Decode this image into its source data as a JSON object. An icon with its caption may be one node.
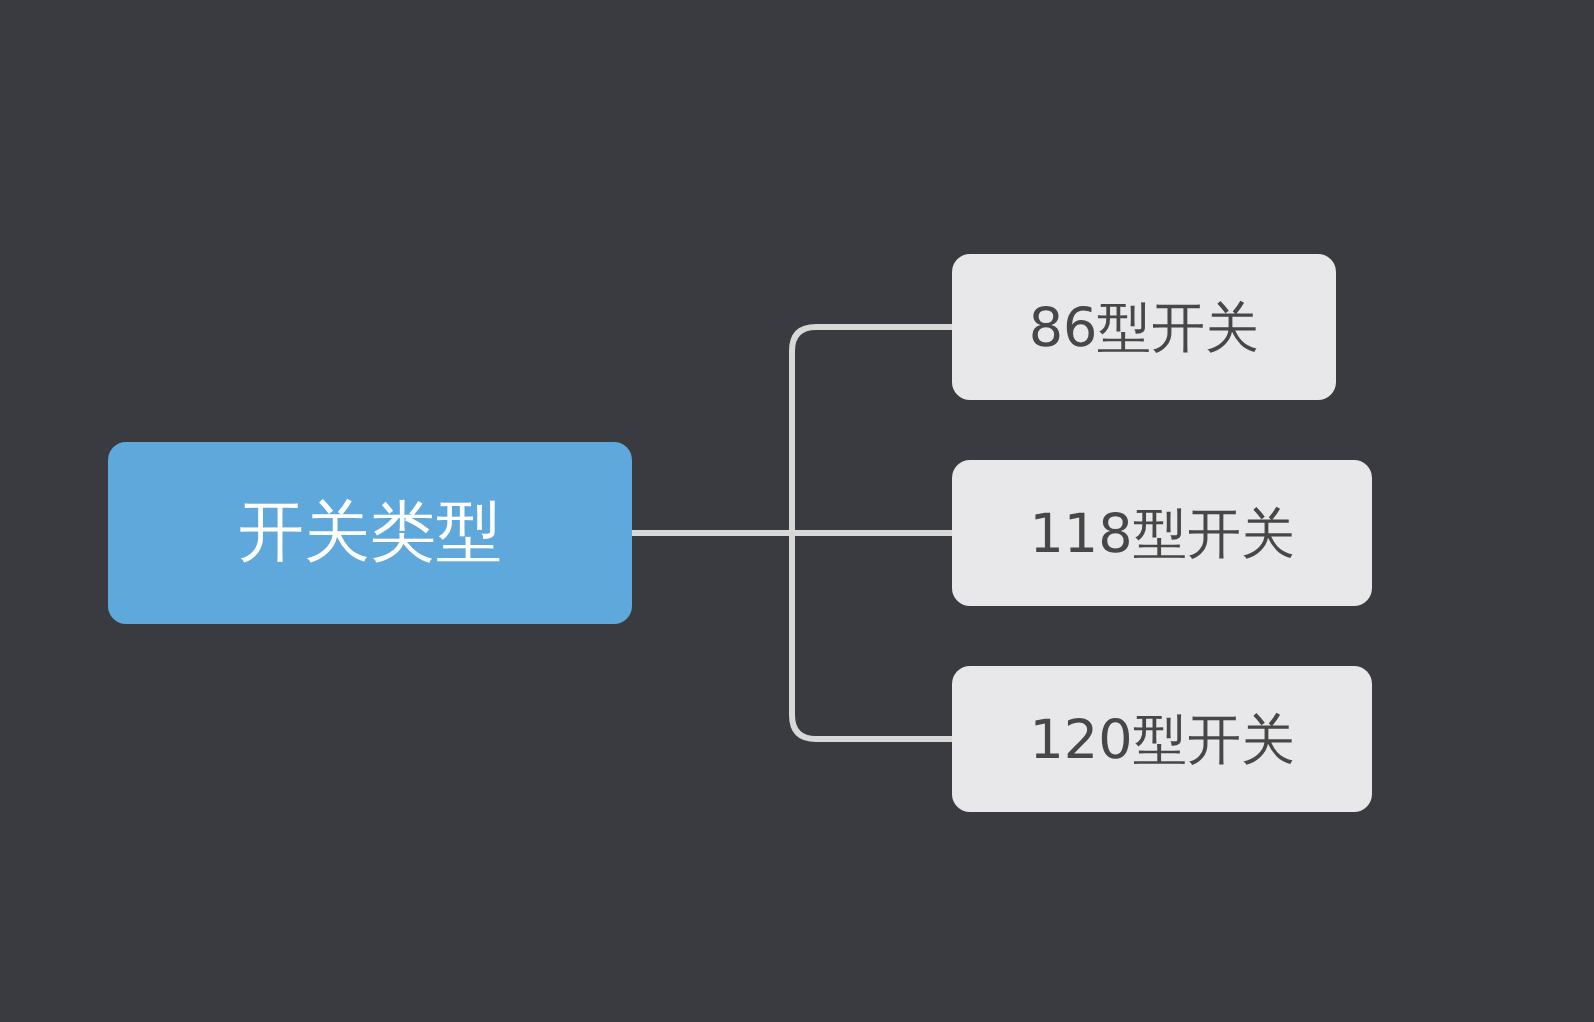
{
  "diagram": {
    "nodes": [
      {
        "text": [
          "开关类型"
        ]
      },
      {
        "text": [
          "86型开关"
        ]
      },
      {
        "text": [
          "118型开关"
        ]
      },
      {
        "text": [
          "120型开关"
        ]
      }
    ],
    "edges": [
      {
        "from": 0,
        "to": 1,
        "arrow": "none"
      },
      {
        "from": 0,
        "to": 2,
        "arrow": "none"
      },
      {
        "from": 0,
        "to": 3,
        "arrow": "none"
      }
    ]
  }
}
